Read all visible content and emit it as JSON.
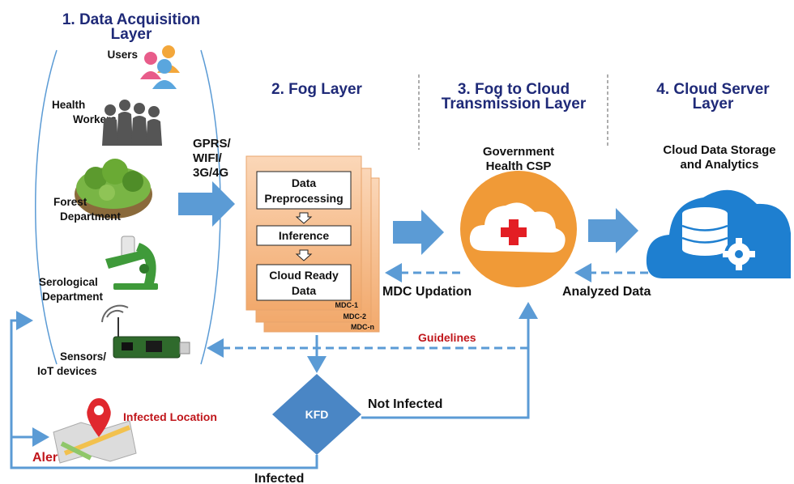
{
  "layers": {
    "acquisition": {
      "line1": "1. Data Acquisition",
      "line2": "Layer"
    },
    "fog": {
      "title": "2. Fog Layer"
    },
    "transmission": {
      "line1": "3. Fog to Cloud",
      "line2": "Transmission Layer"
    },
    "cloud": {
      "line1": "4. Cloud Server",
      "line2": "Layer"
    }
  },
  "sources": {
    "users": "Users",
    "health_workers": {
      "line1": "Health",
      "line2": "Workers"
    },
    "forest": {
      "line1": "Forest",
      "line2": "Department"
    },
    "serological": {
      "line1": "Serological",
      "line2": "Department"
    },
    "sensors": {
      "line1": "Sensors/",
      "line2": "IoT devices"
    }
  },
  "network": {
    "line1": "GPRS/",
    "line2": "WIFI/",
    "line3": "3G/4G"
  },
  "fog_box": {
    "preprocessing": {
      "line1": "Data",
      "line2": "Preprocessing"
    },
    "inference": "Inference",
    "cloud_ready": {
      "line1": "Cloud Ready",
      "line2": "Data"
    },
    "mdc1": "MDC-1",
    "mdc2": "MDC-2",
    "mdcn": "MDC-n"
  },
  "csp": {
    "line1": "Government",
    "line2": "Health CSP"
  },
  "storage": {
    "line1": "Cloud Data Storage",
    "line2": "and Analytics"
  },
  "flows": {
    "mdc_updation": "MDC Updation",
    "analyzed_data": "Analyzed Data",
    "guidelines": "Guidelines",
    "not_infected": "Not Infected",
    "infected": "Infected",
    "alert": "Alert",
    "infected_location": "Infected Location"
  },
  "decision": {
    "label": "KFD"
  },
  "colors": {
    "layer_title": "#1f2a78",
    "arrow_blue": "#5b9bd5",
    "fog_orange": "#f4b183",
    "csp_orange": "#f09a37",
    "cloud_blue": "#1e7fd0",
    "diamond_blue": "#4a86c5",
    "alert_red": "#c0161b"
  }
}
